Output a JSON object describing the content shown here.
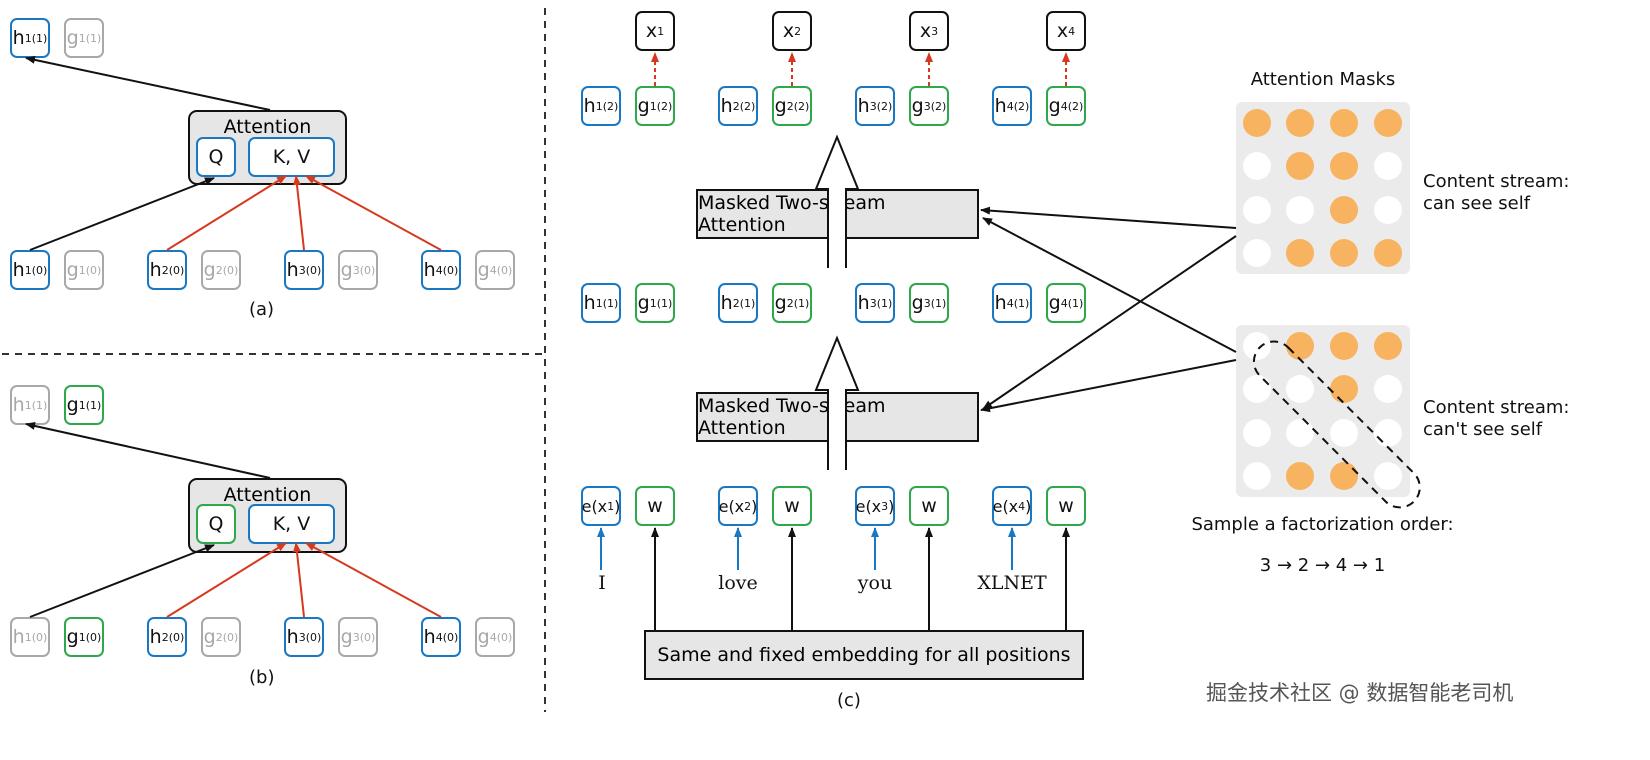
{
  "panel_a": {
    "caption": "(a)",
    "attention_title": "Attention",
    "q_label": "Q",
    "kv_label": "K, V",
    "top": [
      {
        "base": "h",
        "sub": "1",
        "sup": "(1)"
      },
      {
        "base": "g",
        "sub": "1",
        "sup": "(1)"
      }
    ],
    "bottom": [
      {
        "base": "h",
        "sub": "1",
        "sup": "(0)"
      },
      {
        "base": "g",
        "sub": "1",
        "sup": "(0)"
      },
      {
        "base": "h",
        "sub": "2",
        "sup": "(0)"
      },
      {
        "base": "g",
        "sub": "2",
        "sup": "(0)"
      },
      {
        "base": "h",
        "sub": "3",
        "sup": "(0)"
      },
      {
        "base": "g",
        "sub": "3",
        "sup": "(0)"
      },
      {
        "base": "h",
        "sub": "4",
        "sup": "(0)"
      },
      {
        "base": "g",
        "sub": "4",
        "sup": "(0)"
      }
    ]
  },
  "panel_b": {
    "caption": "(b)",
    "attention_title": "Attention",
    "q_label": "Q",
    "kv_label": "K, V",
    "top": [
      {
        "base": "h",
        "sub": "1",
        "sup": "(1)"
      },
      {
        "base": "g",
        "sub": "1",
        "sup": "(1)"
      }
    ],
    "bottom": [
      {
        "base": "h",
        "sub": "1",
        "sup": "(0)"
      },
      {
        "base": "g",
        "sub": "1",
        "sup": "(0)"
      },
      {
        "base": "h",
        "sub": "2",
        "sup": "(0)"
      },
      {
        "base": "g",
        "sub": "2",
        "sup": "(0)"
      },
      {
        "base": "h",
        "sub": "3",
        "sup": "(0)"
      },
      {
        "base": "g",
        "sub": "3",
        "sup": "(0)"
      },
      {
        "base": "h",
        "sub": "4",
        "sup": "(0)"
      },
      {
        "base": "g",
        "sub": "4",
        "sup": "(0)"
      }
    ]
  },
  "panel_c": {
    "caption": "(c)",
    "outputs": [
      {
        "base": "x",
        "sub": "1"
      },
      {
        "base": "x",
        "sub": "2"
      },
      {
        "base": "x",
        "sub": "3"
      },
      {
        "base": "x",
        "sub": "4"
      }
    ],
    "layer2": [
      {
        "base": "h",
        "sub": "1",
        "sup": "(2)"
      },
      {
        "base": "g",
        "sub": "1",
        "sup": "(2)"
      },
      {
        "base": "h",
        "sub": "2",
        "sup": "(2)"
      },
      {
        "base": "g",
        "sub": "2",
        "sup": "(2)"
      },
      {
        "base": "h",
        "sub": "3",
        "sup": "(2)"
      },
      {
        "base": "g",
        "sub": "3",
        "sup": "(2)"
      },
      {
        "base": "h",
        "sub": "4",
        "sup": "(2)"
      },
      {
        "base": "g",
        "sub": "4",
        "sup": "(2)"
      }
    ],
    "layer1": [
      {
        "base": "h",
        "sub": "1",
        "sup": "(1)"
      },
      {
        "base": "g",
        "sub": "1",
        "sup": "(1)"
      },
      {
        "base": "h",
        "sub": "2",
        "sup": "(1)"
      },
      {
        "base": "g",
        "sub": "2",
        "sup": "(1)"
      },
      {
        "base": "h",
        "sub": "3",
        "sup": "(1)"
      },
      {
        "base": "g",
        "sub": "3",
        "sup": "(1)"
      },
      {
        "base": "h",
        "sub": "4",
        "sup": "(1)"
      },
      {
        "base": "g",
        "sub": "4",
        "sup": "(1)"
      }
    ],
    "inputs": [
      {
        "base": "e(x",
        "sub": "1",
        "tail": ")"
      },
      {
        "base": "w"
      },
      {
        "base": "e(x",
        "sub": "2",
        "tail": ")"
      },
      {
        "base": "w"
      },
      {
        "base": "e(x",
        "sub": "3",
        "tail": ")"
      },
      {
        "base": "w"
      },
      {
        "base": "e(x",
        "sub": "4",
        "tail": ")"
      },
      {
        "base": "w"
      }
    ],
    "words": [
      "I",
      "love",
      "you",
      "XLNET"
    ],
    "attention_top": "Masked Two-stream Attention",
    "attention_bottom": "Masked Two-stream Attention",
    "embedding": "Same and fixed embedding for all positions"
  },
  "masks": {
    "title": "Attention Masks",
    "content_label_1": "Content stream:",
    "content_label_2": "can see self",
    "query_label_1": "Content stream:",
    "query_label_2": "can't see self",
    "content_grid": [
      [
        1,
        1,
        1,
        1
      ],
      [
        0,
        1,
        1,
        0
      ],
      [
        0,
        0,
        1,
        0
      ],
      [
        0,
        1,
        1,
        1
      ]
    ],
    "query_grid": [
      [
        0,
        1,
        1,
        1
      ],
      [
        0,
        0,
        1,
        0
      ],
      [
        0,
        0,
        0,
        0
      ],
      [
        0,
        1,
        1,
        0
      ]
    ],
    "order_title": "Sample a factorization order:",
    "order": "3 → 2 → 4 → 1",
    "dot_color": "#f7b360"
  },
  "watermark": "掘金技术社区 @ 数据智能老司机",
  "colors": {
    "blue": "#1a78c2",
    "green": "#2ea84a",
    "gray": "#a8a8a8",
    "red": "#d63a1e"
  }
}
